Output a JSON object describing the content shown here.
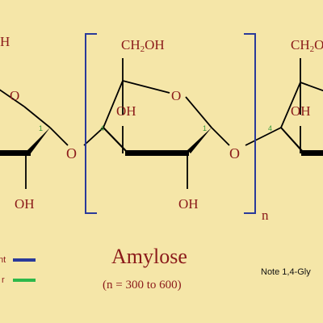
{
  "labels": {
    "ring_left_ch2oh_tail": "H",
    "ring_ch2oh_main": "CH",
    "ring_ch2oh_sub": "2",
    "ring_ch2oh_end": "OH",
    "ring_oxygen": "O",
    "hydroxyl": "OH",
    "glycosidic_oxygen": "O",
    "carbon_1": "1",
    "carbon_4": "4",
    "repeat_n": "n"
  },
  "caption": {
    "title": "Amylose",
    "subtitle": "(n = 300 to 600)"
  },
  "note": "Note 1,4-Gly",
  "legend": {
    "item1_text": "nt",
    "item1_color": "#2a3a9a",
    "item2_text": "r",
    "item2_color": "#2eb84a"
  },
  "colors": {
    "background": "#f5e6a8",
    "text": "#8b1a1a",
    "bracket": "#2a3a9a",
    "position_label": "#3a9a3a"
  }
}
